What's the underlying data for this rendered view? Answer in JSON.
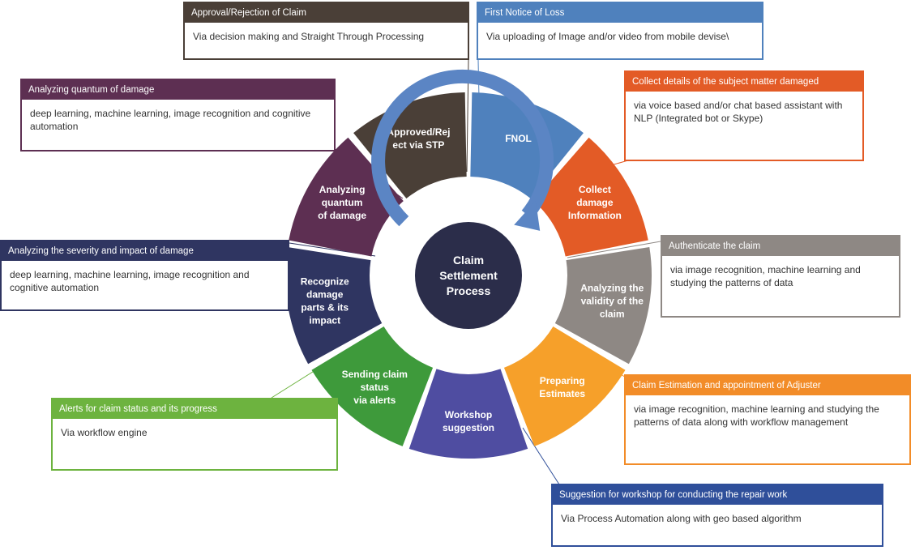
{
  "diagram": {
    "center": {
      "lines": [
        "Claim",
        "Settlement",
        "Process"
      ]
    },
    "segments": [
      {
        "id": "fnol",
        "lines": [
          "FNOL"
        ],
        "color": "#4F81BD",
        "text_color": "#ffffff"
      },
      {
        "id": "collect",
        "lines": [
          "Collect",
          "damage",
          "Information"
        ],
        "color": "#E35B26",
        "text_color": "#ffffff"
      },
      {
        "id": "validity",
        "lines": [
          "Analyzing the",
          "validity of the",
          "claim"
        ],
        "color": "#8E8884",
        "text_color": "#ffffff"
      },
      {
        "id": "estimates",
        "lines": [
          "Preparing",
          "Estimates"
        ],
        "color": "#F6A02A",
        "text_color": "#ffffff"
      },
      {
        "id": "workshop",
        "lines": [
          "Workshop",
          "suggestion"
        ],
        "color": "#4F4DA1",
        "text_color": "#ffffff"
      },
      {
        "id": "alerts",
        "lines": [
          "Sending claim",
          "status",
          "via alerts"
        ],
        "color": "#3E9A3B",
        "text_color": "#ffffff"
      },
      {
        "id": "recognize",
        "lines": [
          "Recognize",
          "damage",
          "parts  & its",
          "impact"
        ],
        "color": "#2F3561",
        "text_color": "#ffffff"
      },
      {
        "id": "quantum",
        "lines": [
          "Analyzing",
          "quantum",
          "of damage"
        ],
        "color": "#5D2F52",
        "text_color": "#ffffff"
      },
      {
        "id": "approved",
        "lines": [
          "Approved/Rej",
          "ect via STP"
        ],
        "color": "#4A3F37",
        "text_color": "#ffffff"
      }
    ]
  },
  "callouts": [
    {
      "id": "approval",
      "title": "Approval/Rejection of Claim",
      "body": "Via decision making and Straight Through Processing",
      "color": "#4A3F37"
    },
    {
      "id": "fnol",
      "title": "First Notice of Loss",
      "body": "Via uploading of Image and/or video from mobile devise\\",
      "color": "#4F81BD"
    },
    {
      "id": "collect",
      "title": "Collect  details of the subject matter damaged",
      "body": "via voice based and/or chat based assistant with NLP (Integrated bot or Skype)",
      "color": "#E35B26"
    },
    {
      "id": "quantum",
      "title": "Analyzing quantum of damage",
      "body": "deep learning, machine learning, image recognition and cognitive automation",
      "color": "#5D2F52"
    },
    {
      "id": "severity",
      "title": "Analyzing the severity and impact of damage",
      "body": "deep learning, machine learning, image recognition and cognitive automation",
      "color": "#2F3561"
    },
    {
      "id": "authenticate",
      "title": "Authenticate the claim",
      "body": "via image recognition, machine learning and studying the patterns of data",
      "color": "#8E8884"
    },
    {
      "id": "estimation",
      "title": "Claim Estimation and appointment of  Adjuster",
      "body": "via image recognition, machine learning and studying the patterns of data along with workflow management",
      "color": "#F28C28"
    },
    {
      "id": "alerts",
      "title": "Alerts for claim status and its progress",
      "body": "Via workflow engine",
      "color": "#6DB33F"
    },
    {
      "id": "workshop",
      "title": "Suggestion for workshop for conducting the  repair work",
      "body": "Via Process Automation along with geo based algorithm",
      "color": "#2F4F9A"
    }
  ]
}
